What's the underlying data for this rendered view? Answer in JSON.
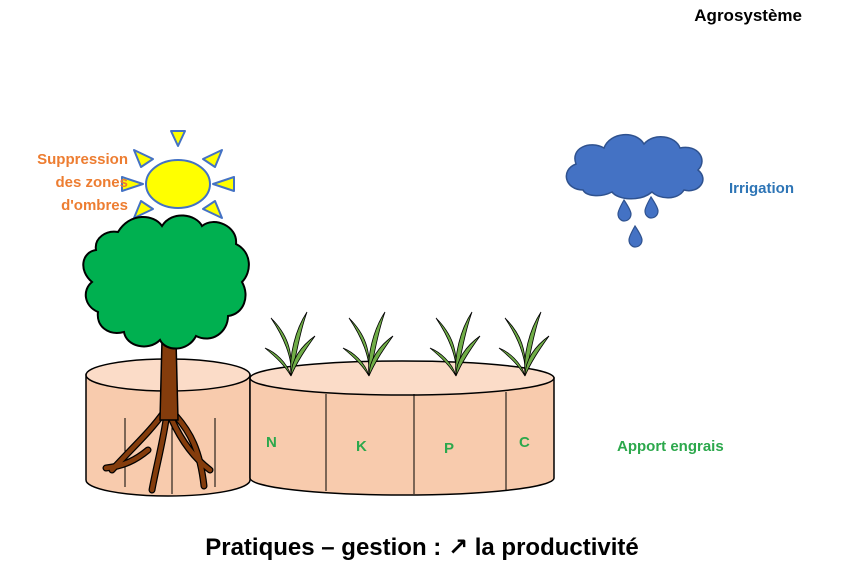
{
  "header": {
    "title": "Agrosystème"
  },
  "labels": {
    "shade": [
      "Suppression",
      "des zones",
      "d'ombres"
    ],
    "irrigation": "Irrigation",
    "fertilizer": "Apport engrais"
  },
  "nutrients": [
    "N",
    "K",
    "P",
    "C"
  ],
  "caption": "Pratiques – gestion : ↗ la productivité",
  "icons": [
    "sun-icon",
    "cloud-icon",
    "raindrop-icon",
    "tree-icon",
    "seedling-icon",
    "soil-cylinder"
  ],
  "colors": {
    "shade_label": "#ed7d31",
    "irrigation_label": "#2e75b6",
    "fertilizer_label": "#2ca84c",
    "sun": "#ffff00",
    "cloud": "#4472c4",
    "foliage": "#00b050",
    "soil": "#f8cbad",
    "trunk": "#843c0c"
  }
}
